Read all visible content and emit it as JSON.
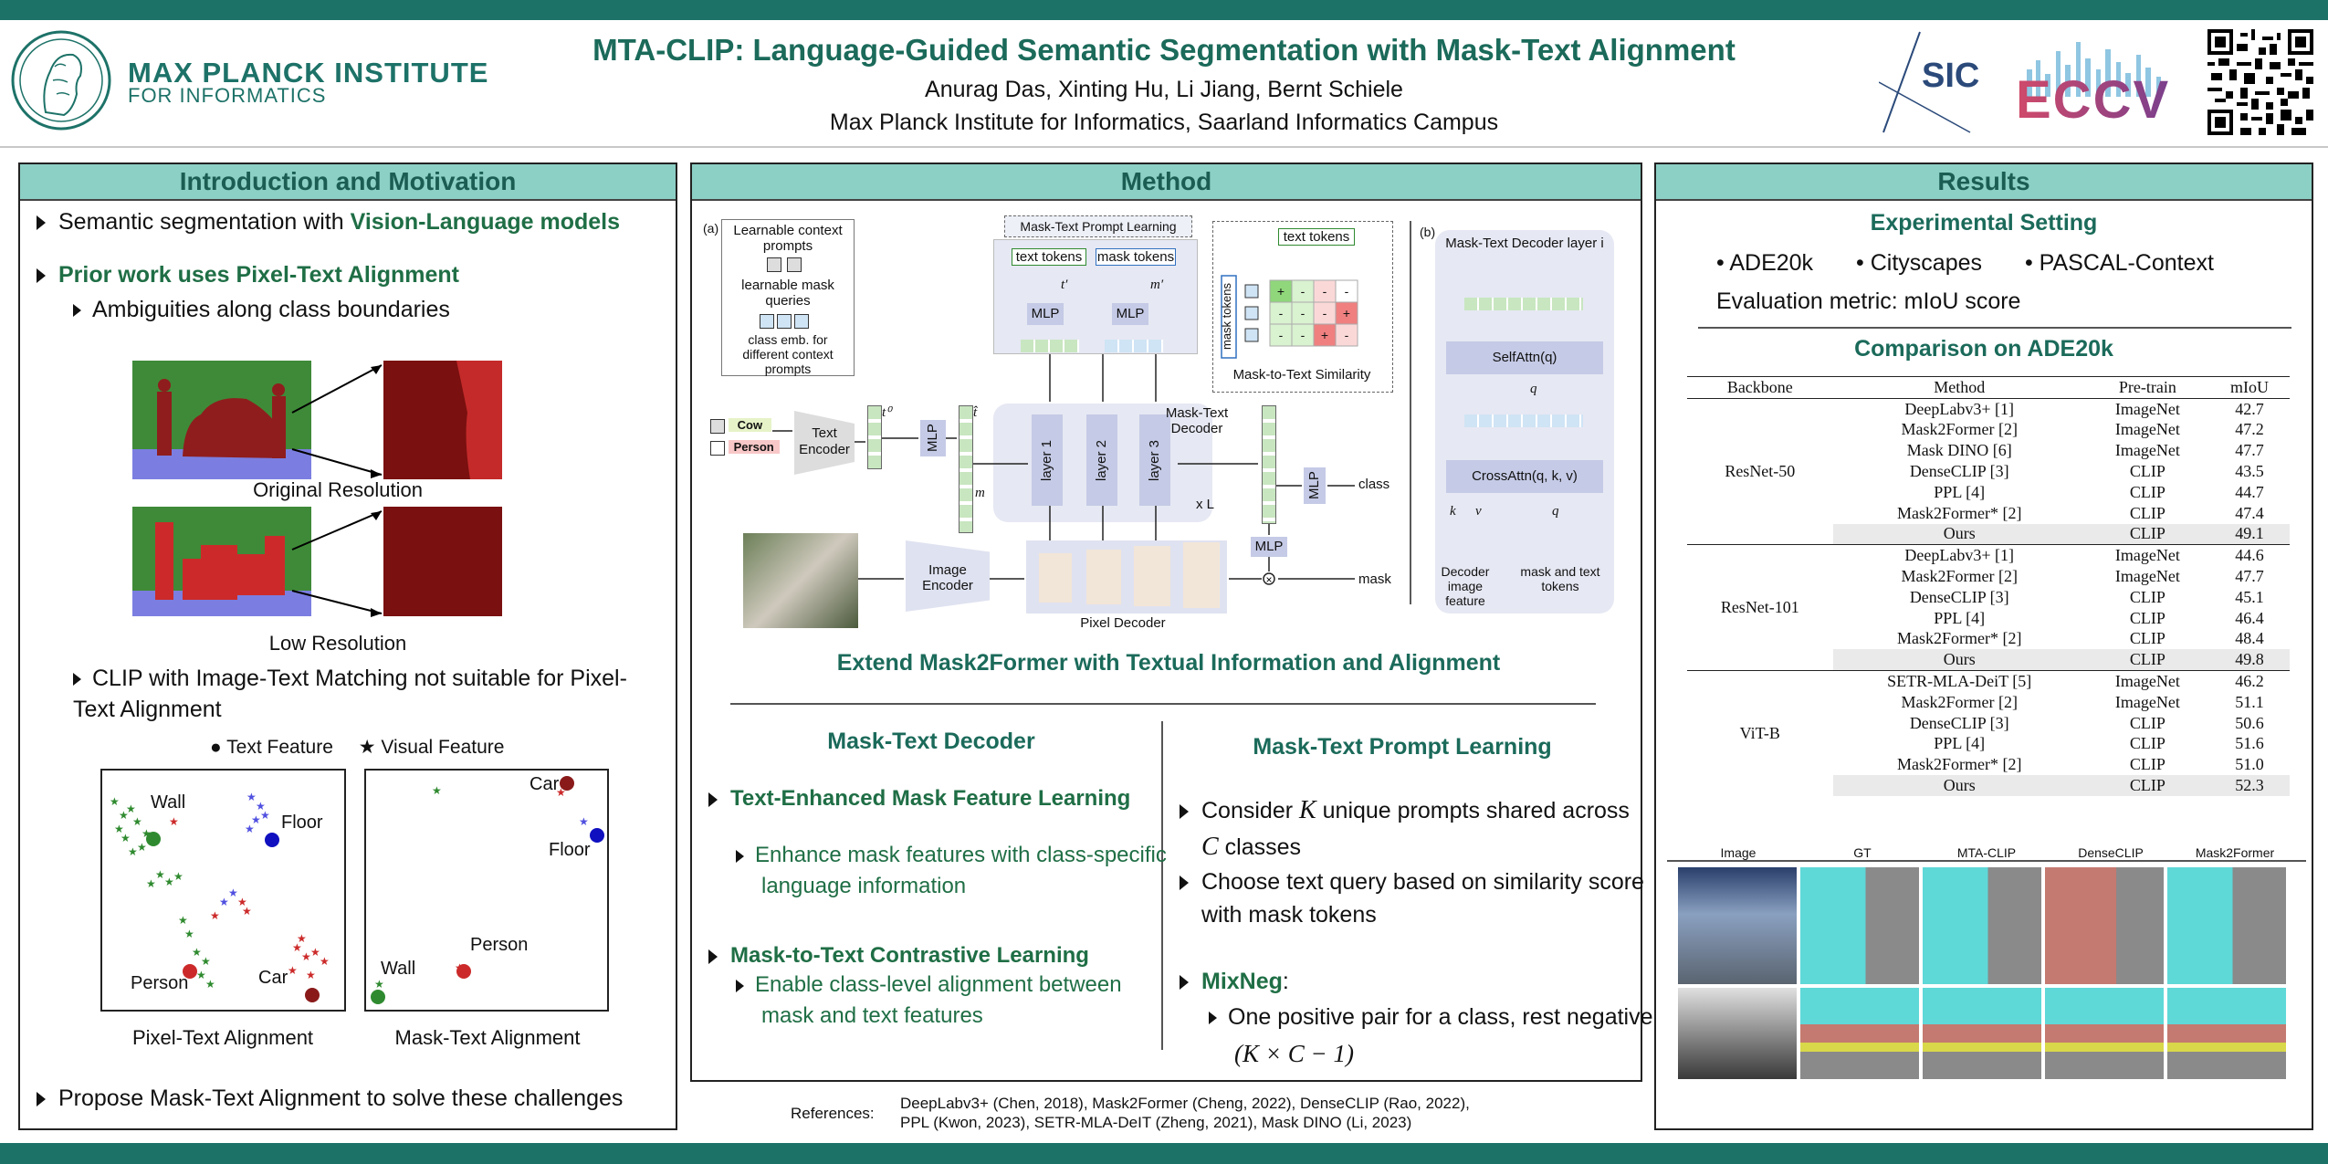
{
  "header": {
    "title": "MTA-CLIP: Language-Guided Semantic Segmentation with Mask-Text Alignment",
    "authors": "Anurag Das, Xinting Hu, Li Jiang, Bernt Schiele",
    "affiliation": "Max Planck Institute for Informatics, Saarland Informatics Campus",
    "institute_name": "MAX PLANCK INSTITUTE",
    "institute_sub": "FOR INFORMATICS",
    "sic_logo": "SIC",
    "eccv_logo": "ECCV"
  },
  "intro": {
    "title": "Introduction and Motivation",
    "b1_pre": "Semantic segmentation with ",
    "b1_hl": "Vision-Language models",
    "b2": "Prior work uses Pixel-Text Alignment",
    "b2_sub": "Ambiguities along class boundaries",
    "cap_orig": "Original Resolution",
    "cap_low": "Low Resolution",
    "b3": "CLIP with Image-Text Matching not suitable for Pixel-Text Alignment",
    "legend_text": "Text Feature",
    "legend_visual": "Visual Feature",
    "scatter_left": {
      "wall": "Wall",
      "floor": "Floor",
      "person": "Person",
      "car": "Car"
    },
    "scatter_right": {
      "car": "Car",
      "floor": "Floor",
      "person": "Person",
      "wall": "Wall"
    },
    "cap_pixel": "Pixel-Text Alignment",
    "cap_mask": "Mask-Text Alignment",
    "b4": "Propose Mask-Text Alignment to solve these challenges"
  },
  "method": {
    "title": "Method",
    "diagram": {
      "label_a": "(a)",
      "label_b": "(b)",
      "legend_ctx": "Learnable context prompts",
      "legend_mask": "learnable mask queries",
      "legend_cls": "class emb. for different context prompts",
      "prompt_learning": "Mask-Text Prompt Learning",
      "text_tokens": "text tokens",
      "mask_tokens": "mask tokens",
      "mlp": "MLP",
      "t_prime": "t′",
      "m_prime": "m′",
      "sim_text_tokens": "text tokens",
      "sim_mask_tokens": "mask tokens",
      "sim_caption": "Mask-to-Text Similarity",
      "class_cow": "Cow",
      "class_person": "Person",
      "text_encoder": "Text Encoder",
      "t0": "t⁰",
      "t_hat": "t̂",
      "m": "m",
      "layer1": "layer 1",
      "layer2": "layer 2",
      "layer3": "layer 3",
      "decoder": "Mask-Text Decoder",
      "xl": "x L",
      "class_out": "class",
      "mask_out": "mask",
      "image_encoder": "Image Encoder",
      "pixel_decoder": "Pixel Decoder",
      "b_title": "Mask-Text Decoder layer i",
      "selfattn": "SelfAttn(q)",
      "crossattn": "CrossAttn(q, k, v)",
      "q": "q",
      "k": "k",
      "v": "v",
      "dec_feat": "Decoder image feature",
      "mask_text_tokens": "mask and text tokens"
    },
    "subtitle": "Extend Mask2Former with Textual Information and Alignment",
    "left_title": "Mask-Text Decoder",
    "l1": "Text-Enhanced Mask Feature Learning",
    "l1_sub": "Enhance mask features with class-specific language information",
    "l2": "Mask-to-Text Contrastive Learning",
    "l2_sub": "Enable class-level alignment between mask and text features",
    "right_title": "Mask-Text Prompt Learning",
    "r1_a": "Consider ",
    "r1_K": "K",
    "r1_b": " unique prompts shared across ",
    "r1_C": "C",
    "r1_c": " classes",
    "r2": "Choose text query based on similarity score with mask tokens",
    "r3": "MixNeg",
    "r3_colon": ":",
    "r3_sub_a": "One positive pair for a class, rest negative ",
    "r3_sub_m": "(K × C − 1)"
  },
  "references": {
    "label": "References:",
    "line1": "DeepLabv3+ (Chen, 2018), Mask2Former (Cheng, 2022), DenseCLIP (Rao, 2022),",
    "line2": "PPL (Kwon, 2023), SETR-MLA-DeIT (Zheng, 2021), Mask DINO (Li, 2023)"
  },
  "results": {
    "title": "Results",
    "setting_title": "Experimental Setting",
    "datasets": [
      "ADE20k",
      "Cityscapes",
      "PASCAL-Context"
    ],
    "metric": "Evaluation metric: mIoU score",
    "comparison_title": "Comparison on ADE20k",
    "columns": [
      "Backbone",
      "Method",
      "Pre-train",
      "mIoU"
    ],
    "groups": [
      {
        "backbone": "ResNet-50",
        "rows": [
          {
            "method": "DeepLabv3+ [1]",
            "pretrain": "ImageNet",
            "miou": "42.7"
          },
          {
            "method": "Mask2Former [2]",
            "pretrain": "ImageNet",
            "miou": "47.2"
          },
          {
            "method": "Mask DINO [6]",
            "pretrain": "ImageNet",
            "miou": "47.7"
          },
          {
            "method": "DenseCLIP [3]",
            "pretrain": "CLIP",
            "miou": "43.5"
          },
          {
            "method": "PPL [4]",
            "pretrain": "CLIP",
            "miou": "44.7"
          },
          {
            "method": "Mask2Former* [2]",
            "pretrain": "CLIP",
            "miou": "47.4"
          },
          {
            "method": "Ours",
            "pretrain": "CLIP",
            "miou": "49.1"
          }
        ]
      },
      {
        "backbone": "ResNet-101",
        "rows": [
          {
            "method": "DeepLabv3+ [1]",
            "pretrain": "ImageNet",
            "miou": "44.6"
          },
          {
            "method": "Mask2Former [2]",
            "pretrain": "ImageNet",
            "miou": "47.7"
          },
          {
            "method": "DenseCLIP [3]",
            "pretrain": "CLIP",
            "miou": "45.1"
          },
          {
            "method": "PPL [4]",
            "pretrain": "CLIP",
            "miou": "46.4"
          },
          {
            "method": "Mask2Former* [2]",
            "pretrain": "CLIP",
            "miou": "48.4"
          },
          {
            "method": "Ours",
            "pretrain": "CLIP",
            "miou": "49.8"
          }
        ]
      },
      {
        "backbone": "ViT-B",
        "rows": [
          {
            "method": "SETR-MLA-DeiT [5]",
            "pretrain": "ImageNet",
            "miou": "46.2"
          },
          {
            "method": "Mask2Former [2]",
            "pretrain": "ImageNet",
            "miou": "51.1"
          },
          {
            "method": "DenseCLIP [3]",
            "pretrain": "CLIP",
            "miou": "50.6"
          },
          {
            "method": "PPL [4]",
            "pretrain": "CLIP",
            "miou": "51.6"
          },
          {
            "method": "Mask2Former* [2]",
            "pretrain": "CLIP",
            "miou": "51.0"
          },
          {
            "method": "Ours",
            "pretrain": "CLIP",
            "miou": "52.3"
          }
        ]
      }
    ],
    "qual_headers": [
      "Image",
      "GT",
      "MTA-CLIP",
      "DenseCLIP",
      "Mask2Former"
    ]
  }
}
